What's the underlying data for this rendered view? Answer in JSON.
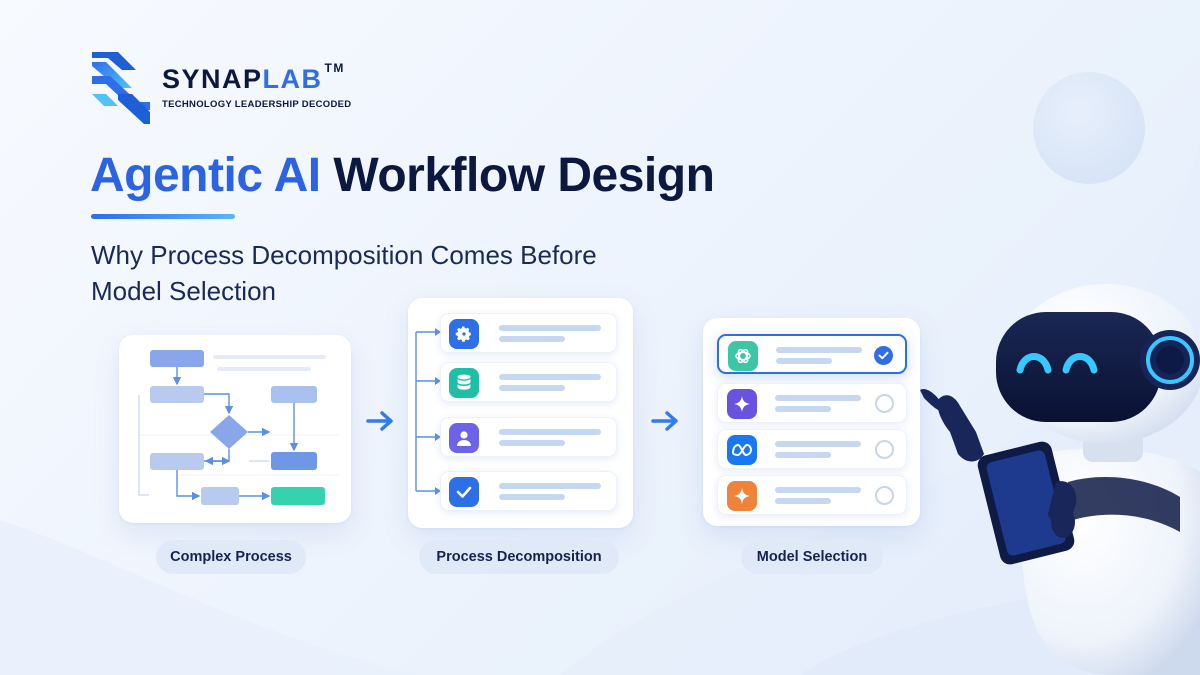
{
  "brand": {
    "name_part1": "SYNAP",
    "name_part2": "LAB",
    "trademark": "TM",
    "tagline": "TECHNOLOGY LEADERSHIP DECODED",
    "colors": {
      "navy": "#0c1840",
      "blue": "#2f6ee8"
    }
  },
  "heading": {
    "title_highlight": "Agentic AI",
    "title_rest": "Workflow Design",
    "subtitle_line1": "Why Process Decomposition Comes Before",
    "subtitle_line2": "Model Selection"
  },
  "stages": [
    {
      "label": "Complex Process"
    },
    {
      "label": "Process Decomposition"
    },
    {
      "label": "Model Selection"
    }
  ],
  "decomposition_steps": [
    {
      "icon": "gear-icon",
      "color": "#2d6fe6"
    },
    {
      "icon": "database-icon",
      "color": "#1fbfa6"
    },
    {
      "icon": "user-icon",
      "color": "#6c63e8"
    },
    {
      "icon": "checkmark-icon",
      "color": "#2d6fe6"
    }
  ],
  "models": [
    {
      "icon": "openai-logo-icon",
      "color": "#3cc6a6",
      "selected": true
    },
    {
      "icon": "sparkle-icon",
      "color": "#6a52e0",
      "selected": false
    },
    {
      "icon": "meta-logo-icon",
      "color": "#1877f2",
      "selected": false
    },
    {
      "icon": "star-burst-icon",
      "color": "#f0833a",
      "selected": false
    }
  ]
}
